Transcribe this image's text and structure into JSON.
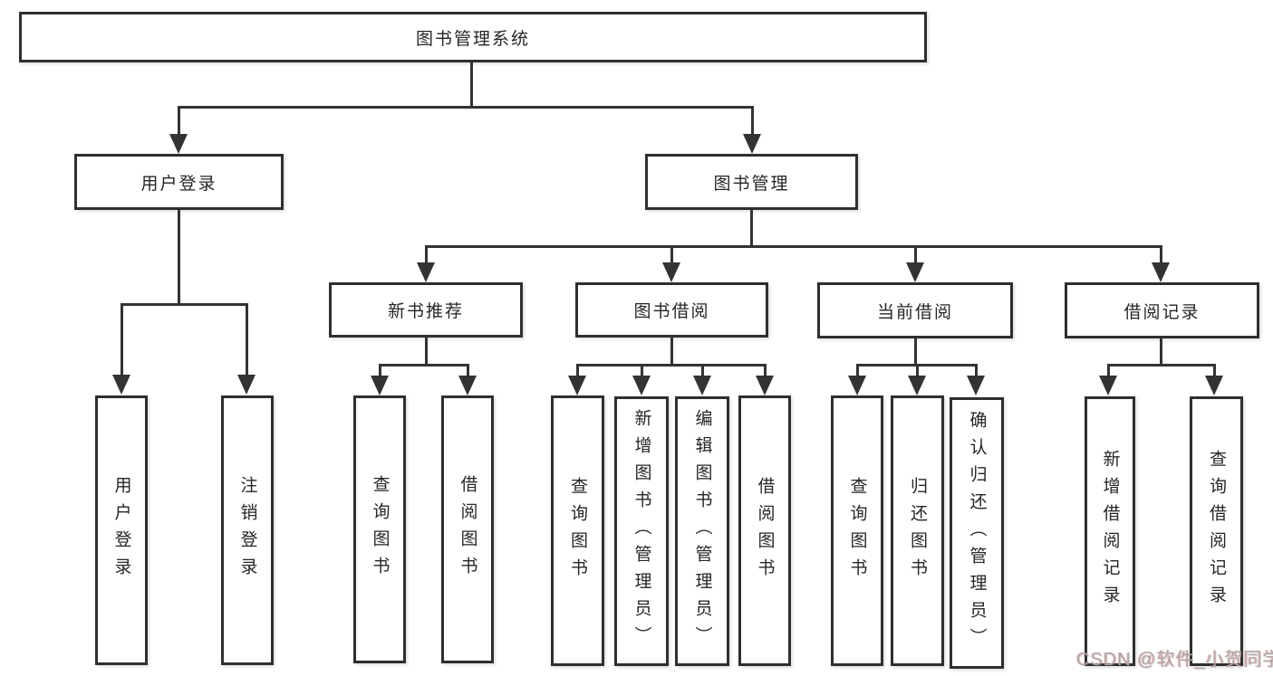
{
  "colors": {
    "line": "#333333",
    "box_border": "#2f2f2f",
    "box_bg": "#ffffff",
    "text": "#262626",
    "watermark": "#b3a4a4"
  },
  "diagram": {
    "root": "图书管理系统",
    "children": [
      {
        "label": "用户登录",
        "children": [
          "用户登录",
          "注销登录"
        ]
      },
      {
        "label": "图书管理",
        "children": [
          {
            "label": "新书推荐",
            "children": [
              "查询图书",
              "借阅图书"
            ]
          },
          {
            "label": "图书借阅",
            "children": [
              "查询图书",
              "新增图书（管理员）",
              "编辑图书（管理员）",
              "借阅图书"
            ]
          },
          {
            "label": "当前借阅",
            "children": [
              "查询图书",
              "归还图书",
              "确认归还（管理员）"
            ]
          },
          {
            "label": "借阅记录",
            "children": [
              "新增借阅记录",
              "查询借阅记录"
            ]
          }
        ]
      }
    ]
  },
  "watermark": {
    "text": "CSDN @软件_小贺同学"
  }
}
